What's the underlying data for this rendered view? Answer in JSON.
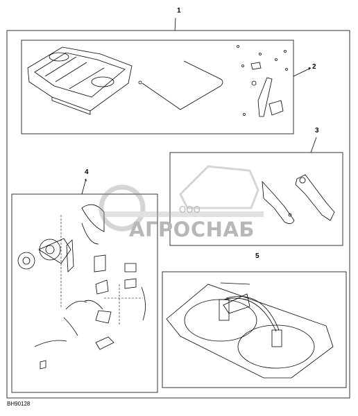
{
  "callouts": {
    "c1": "1",
    "c2": "2",
    "c3": "3",
    "c4": "4",
    "c5": "5"
  },
  "figure_code": "BH90128",
  "watermark": {
    "company_prefix": "ООО",
    "company_name": "АГРОСНАБ"
  }
}
